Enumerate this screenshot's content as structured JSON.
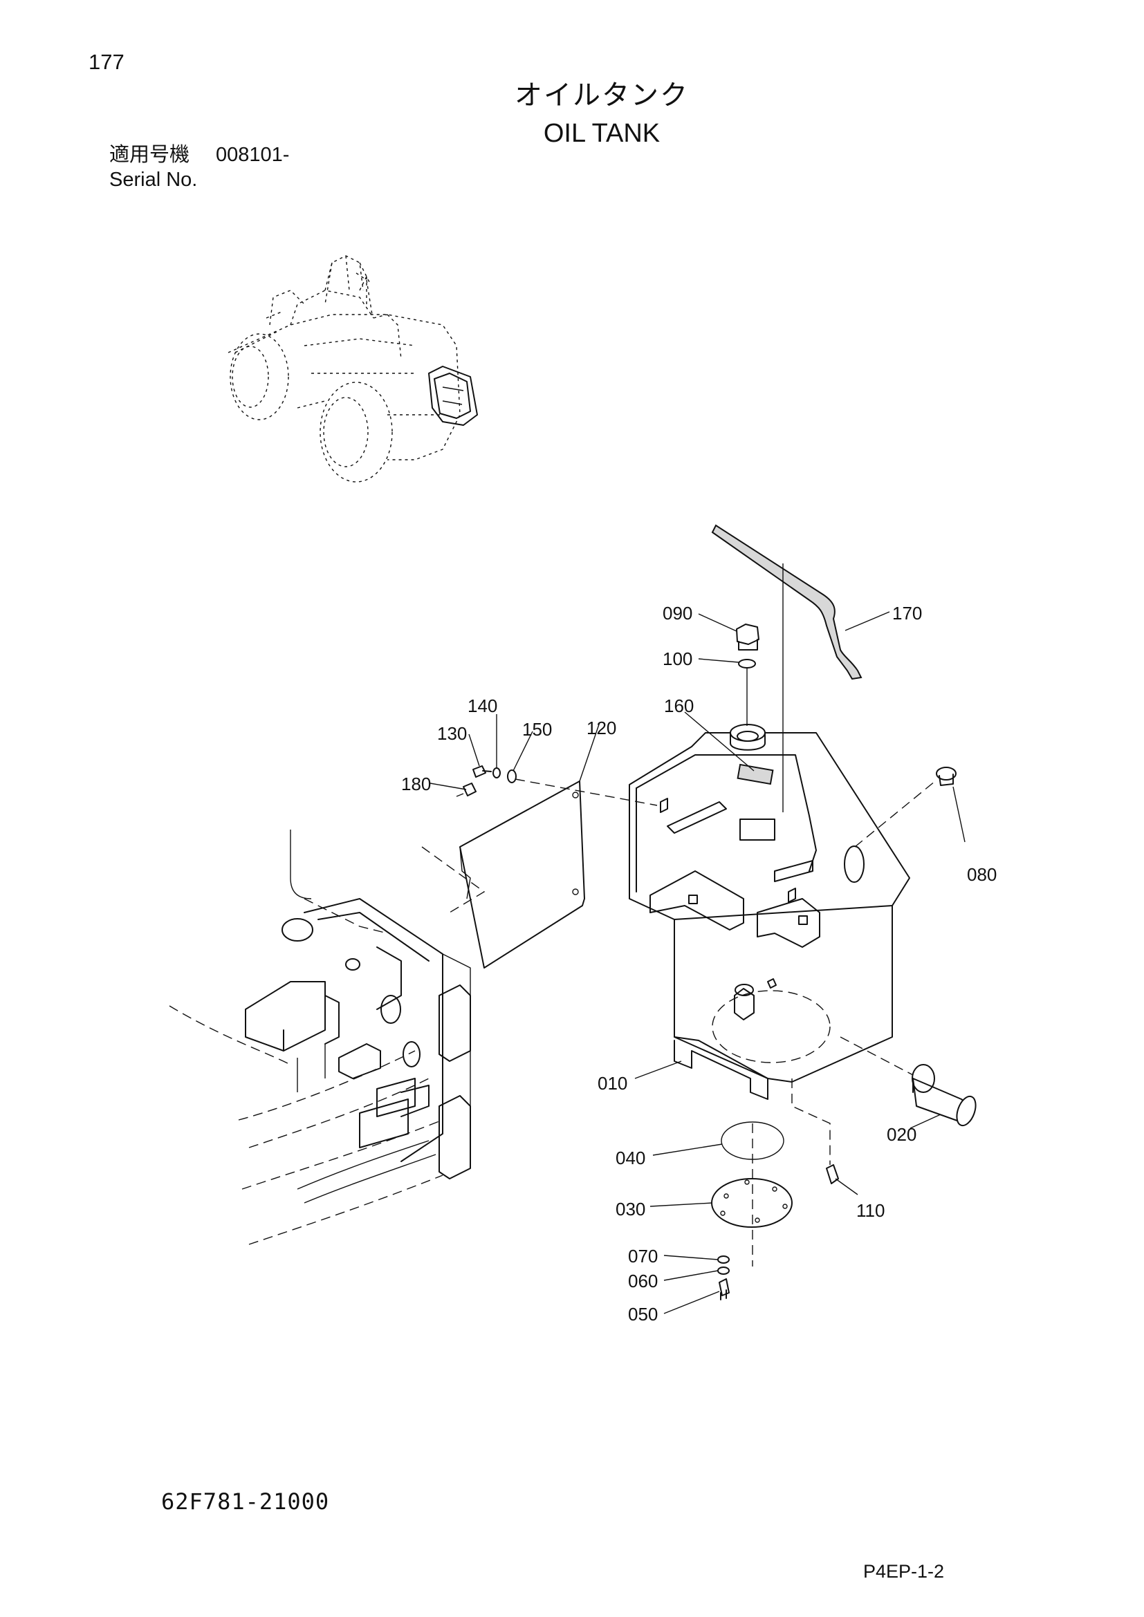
{
  "header": {
    "page_number": "177",
    "title_ja": "オイルタンク",
    "title_en": "OIL TANK",
    "serial_label_ja": "適用号機",
    "serial_value": "008101-",
    "serial_label_en": "Serial No."
  },
  "footer": {
    "drawing_code": "62F781-21000",
    "page_ref": "P4EP-1-2"
  },
  "callouts": [
    {
      "id": "c090",
      "label": "090"
    },
    {
      "id": "c100",
      "label": "100"
    },
    {
      "id": "c170",
      "label": "170"
    },
    {
      "id": "c160",
      "label": "160"
    },
    {
      "id": "c140",
      "label": "140"
    },
    {
      "id": "c130",
      "label": "130"
    },
    {
      "id": "c150",
      "label": "150"
    },
    {
      "id": "c120",
      "label": "120"
    },
    {
      "id": "c180",
      "label": "180"
    },
    {
      "id": "c080",
      "label": "080"
    },
    {
      "id": "c010",
      "label": "010"
    },
    {
      "id": "c020",
      "label": "020"
    },
    {
      "id": "c040",
      "label": "040"
    },
    {
      "id": "c030",
      "label": "030"
    },
    {
      "id": "c110",
      "label": "110"
    },
    {
      "id": "c070",
      "label": "070"
    },
    {
      "id": "c060",
      "label": "060"
    },
    {
      "id": "c050",
      "label": "050"
    }
  ]
}
